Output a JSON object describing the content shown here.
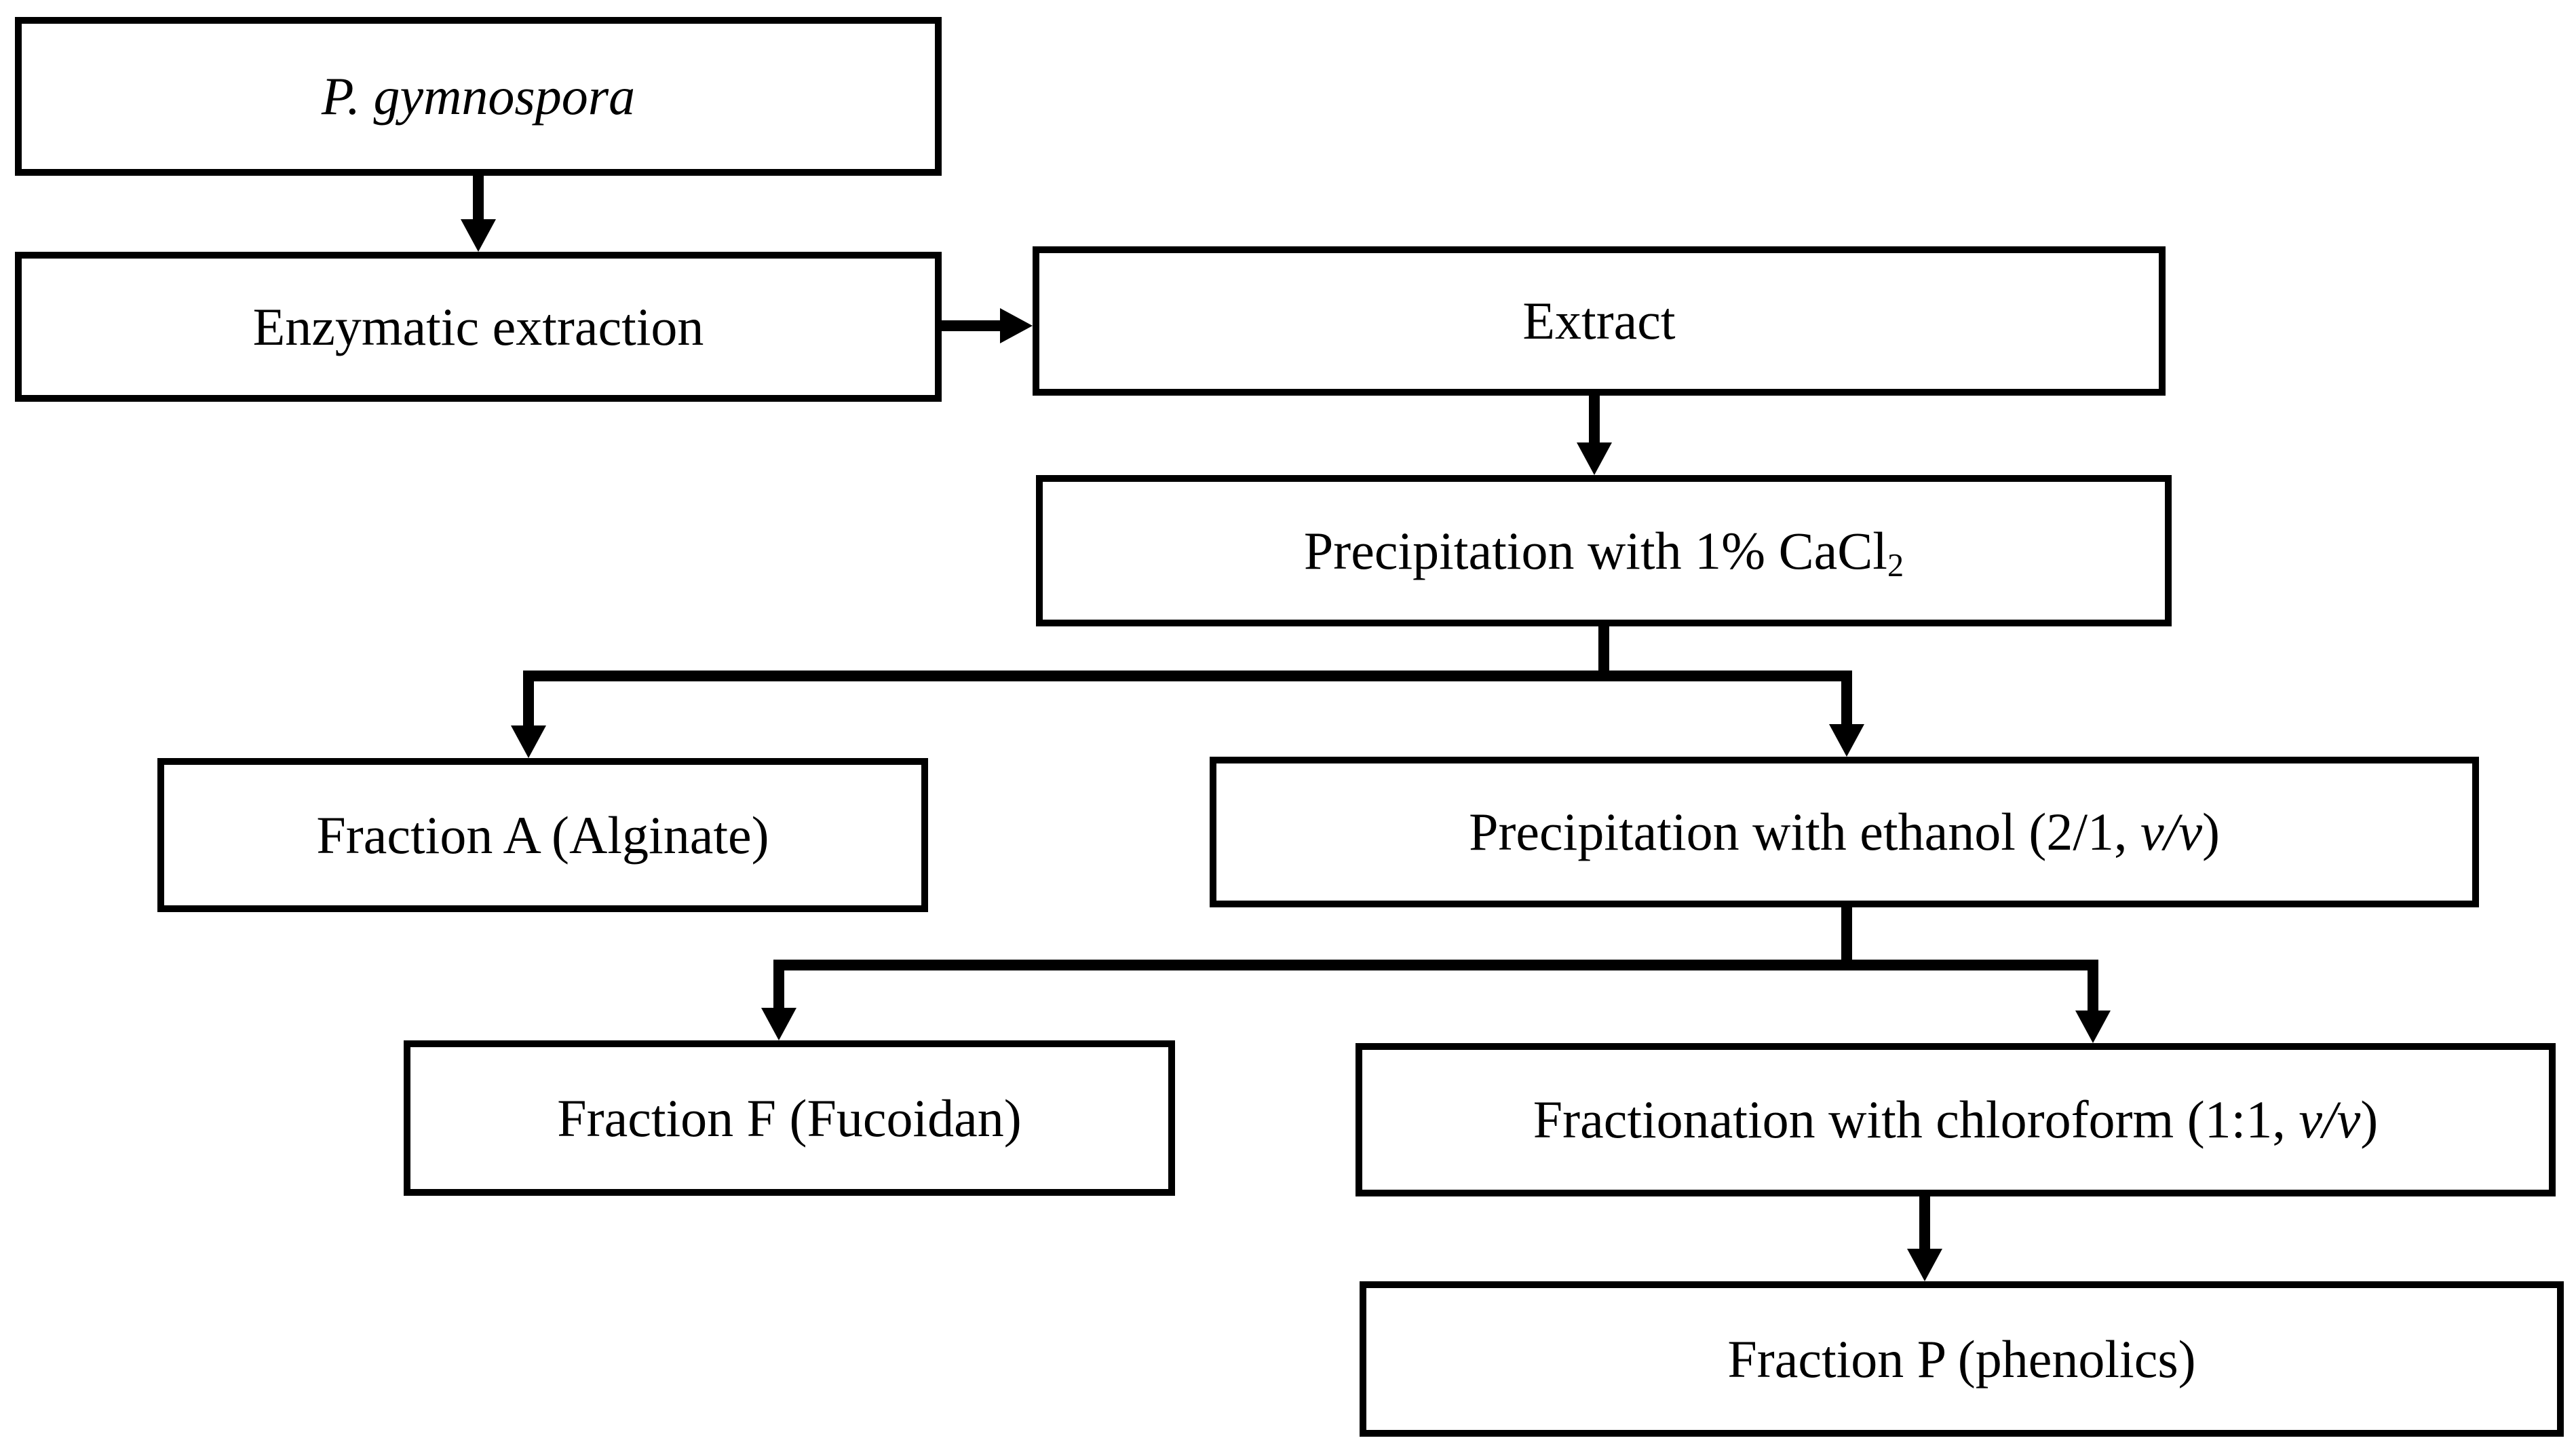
{
  "figure": {
    "type": "flowchart",
    "background_color": "#ffffff",
    "line_color": "#000000",
    "text_color": "#000000"
  },
  "nodes": {
    "pgymnospora": {
      "label": "P. gymnospora",
      "style": "italic"
    },
    "enzymatic": {
      "label": "Enzymatic extraction"
    },
    "extract": {
      "label": "Extract"
    },
    "cacl2": {
      "label_main": "Precipitation with 1% CaCl",
      "label_sub": "2"
    },
    "fraction_a": {
      "label": "Fraction A (Alginate)"
    },
    "ethanol": {
      "label_prefix": "Precipitation with ethanol (2/1, ",
      "label_italic": "v/v",
      "label_suffix": ")"
    },
    "fraction_f": {
      "label": "Fraction F (Fucoidan)"
    },
    "chloroform": {
      "label_prefix": "Fractionation with chloroform (1:1, ",
      "label_italic": "v/v",
      "label_suffix": ")"
    },
    "fraction_p": {
      "label": "Fraction P (phenolics)"
    }
  },
  "edges": [
    {
      "from": "pgymnospora",
      "to": "enzymatic"
    },
    {
      "from": "enzymatic",
      "to": "extract"
    },
    {
      "from": "extract",
      "to": "cacl2"
    },
    {
      "from": "cacl2",
      "to": "fraction_a"
    },
    {
      "from": "cacl2",
      "to": "ethanol"
    },
    {
      "from": "ethanol",
      "to": "fraction_f"
    },
    {
      "from": "ethanol",
      "to": "chloroform"
    },
    {
      "from": "chloroform",
      "to": "fraction_p"
    }
  ]
}
